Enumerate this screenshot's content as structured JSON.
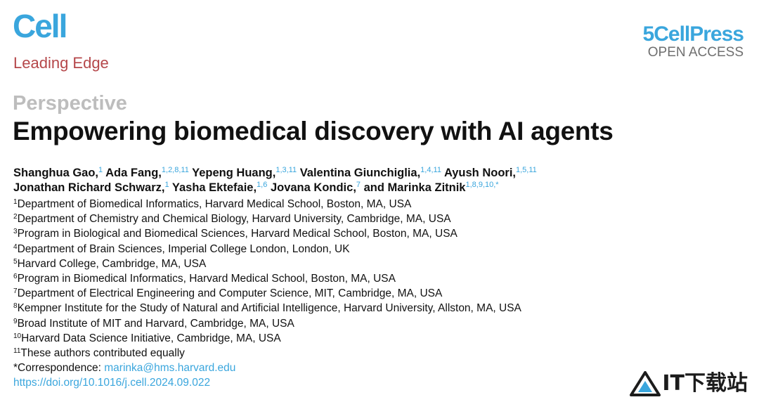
{
  "journal": {
    "logo": "Cell",
    "section": "Leading Edge"
  },
  "publisher": {
    "logo": "5CellPress",
    "badge": "OPEN ACCESS"
  },
  "article": {
    "type": "Perspective",
    "title": "Empowering biomedical discovery with AI agents"
  },
  "authors": [
    {
      "name": "Shanghua Gao,",
      "sup": "1"
    },
    {
      "name": "Ada Fang,",
      "sup": "1,2,8,11"
    },
    {
      "name": "Yepeng Huang,",
      "sup": "1,3,11"
    },
    {
      "name": "Valentina Giunchiglia,",
      "sup": "1,4,11"
    },
    {
      "name": "Ayush Noori,",
      "sup": "1,5,11"
    },
    {
      "name": "Jonathan Richard Schwarz,",
      "sup": "1"
    },
    {
      "name": "Yasha Ektefaie,",
      "sup": "1,6"
    },
    {
      "name": "Jovana Kondic,",
      "sup": "7"
    },
    {
      "name": "and Marinka Zitnik",
      "sup": "1,8,9,10,*"
    }
  ],
  "affiliations": [
    {
      "num": "1",
      "text": "Department of Biomedical Informatics, Harvard Medical School, Boston, MA, USA"
    },
    {
      "num": "2",
      "text": "Department of Chemistry and Chemical Biology, Harvard University, Cambridge, MA, USA"
    },
    {
      "num": "3",
      "text": "Program in Biological and Biomedical Sciences, Harvard Medical School, Boston, MA, USA"
    },
    {
      "num": "4",
      "text": "Department of Brain Sciences, Imperial College London, London, UK"
    },
    {
      "num": "5",
      "text": "Harvard College, Cambridge, MA, USA"
    },
    {
      "num": "6",
      "text": "Program in Biomedical Informatics, Harvard Medical School, Boston, MA, USA"
    },
    {
      "num": "7",
      "text": "Department of Electrical Engineering and Computer Science, MIT, Cambridge, MA, USA"
    },
    {
      "num": "8",
      "text": "Kempner Institute for the Study of Natural and Artificial Intelligence, Harvard University, Allston, MA, USA"
    },
    {
      "num": "9",
      "text": "Broad Institute of MIT and Harvard, Cambridge, MA, USA"
    },
    {
      "num": "10",
      "text": "Harvard Data Science Initiative, Cambridge, MA, USA"
    },
    {
      "num": "11",
      "text": "These authors contributed equally"
    }
  ],
  "correspondence": {
    "label": "*Correspondence: ",
    "email": "marinka@hms.harvard.edu"
  },
  "doi": "https://doi.org/10.1016/j.cell.2024.09.022",
  "watermark": {
    "text": "IT下载站",
    "icon": "triangle-logo-icon"
  },
  "colors": {
    "brand_blue": "#3aa6dd",
    "section_red": "#b5474a",
    "type_gray": "#bdbdbd"
  }
}
